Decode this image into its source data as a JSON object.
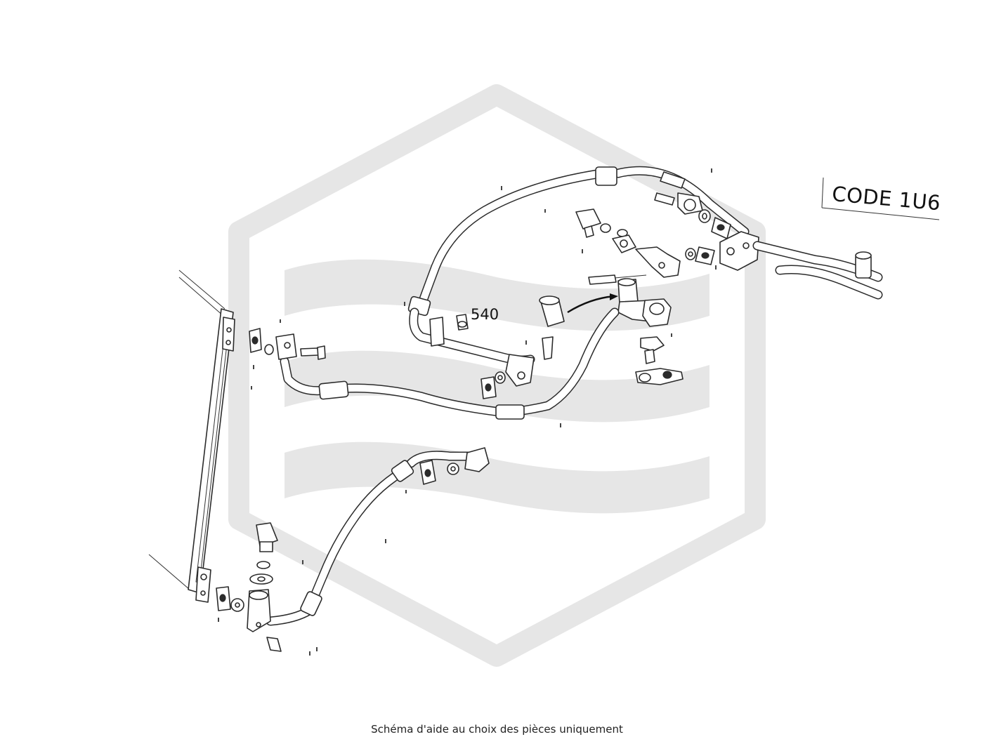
{
  "diagram": {
    "code_label": "CODE 1U6",
    "reference_label": "540",
    "caption": "Schéma d'aide au choix des pièces uniquement",
    "watermark": "hexagon-logo-watermark",
    "colors": {
      "watermark": "#e6e6e6",
      "line": "#2b2b2b",
      "background": "#ffffff"
    }
  }
}
